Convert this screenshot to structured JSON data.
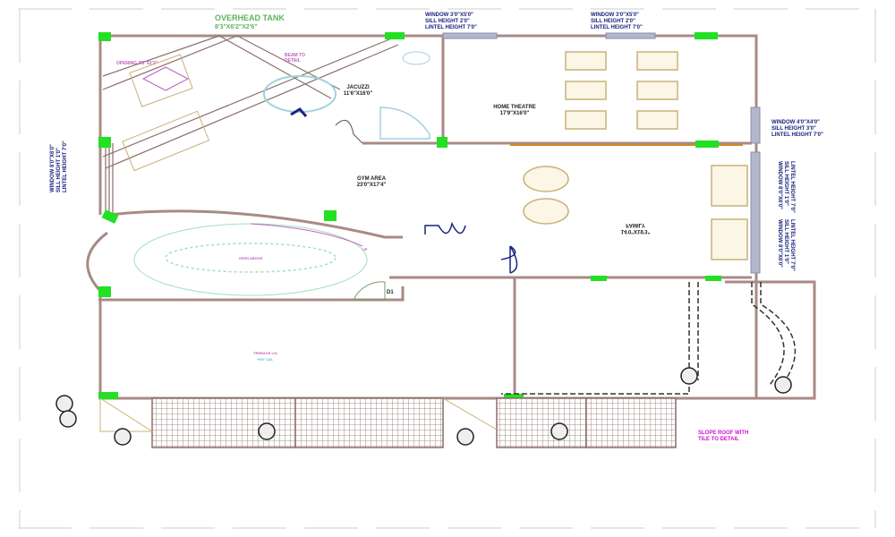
{
  "labels": {
    "overhead_tank": [
      "OVERHEAD TANK",
      "8'3\"X6'2\"X2'6\""
    ],
    "window_top_1": [
      "WINDOW 3'0\"X5'0\"",
      "SILL HEIGHT 2'0\"",
      "LINTEL HEIGHT 7'0\""
    ],
    "window_top_2": [
      "WINDOW 3'0\"X5'0\"",
      "SILL HEIGHT 2'0\"",
      "LINTEL HEIGHT 7'0\""
    ],
    "window_right": [
      "WINDOW 4'0\"X4'0\"",
      "SILL HEIGHT 3'0\"",
      "LINTEL HEIGHT 7'0\""
    ],
    "window_left": [
      "WINDOW 8'0\"X6'0\"",
      "SILL HEIGHT 1'0\"",
      "LINTEL HEIGHT 7'0\""
    ],
    "window_right_v1": [
      "WINDOW 8'0\"X6'0\"",
      "SILL HEIGHT 1'0\"",
      "LINTEL HEIGHT 7'0\""
    ],
    "window_right_v2": [
      "WINDOW 8'0\"X6'0\"",
      "SILL HEIGHT 1'0\"",
      "LINTEL HEIGHT 7'0\""
    ],
    "opening": "OPENING 2'3\"X2'3\"",
    "beam": [
      "BEAM TO",
      "DETAIL"
    ],
    "jacuzzi": [
      "JACUZZI",
      "11'6\"X16'0\""
    ],
    "home_theatre": [
      "HOME THEATRE",
      "17'9\"X16'0\""
    ],
    "gym_area": [
      "GYM AREA",
      "23'0\"X17'4\""
    ],
    "family": [
      "FAMILY",
      "14'0\"X19'3\""
    ],
    "open_above": "OPEN ABOVE",
    "up": "UP",
    "door": "D1",
    "terrace": [
      "TERRACE LVL",
      "+0'0\" LVL"
    ],
    "slope_roof": [
      "SLOPE ROOF WITH",
      "TILE TO DETAIL"
    ]
  },
  "colors": {
    "wall": "#a88a86",
    "column": "#22e022",
    "window_text": "#1a237e",
    "tank_text": "#5fb35f",
    "note_text": "#d010d0"
  }
}
